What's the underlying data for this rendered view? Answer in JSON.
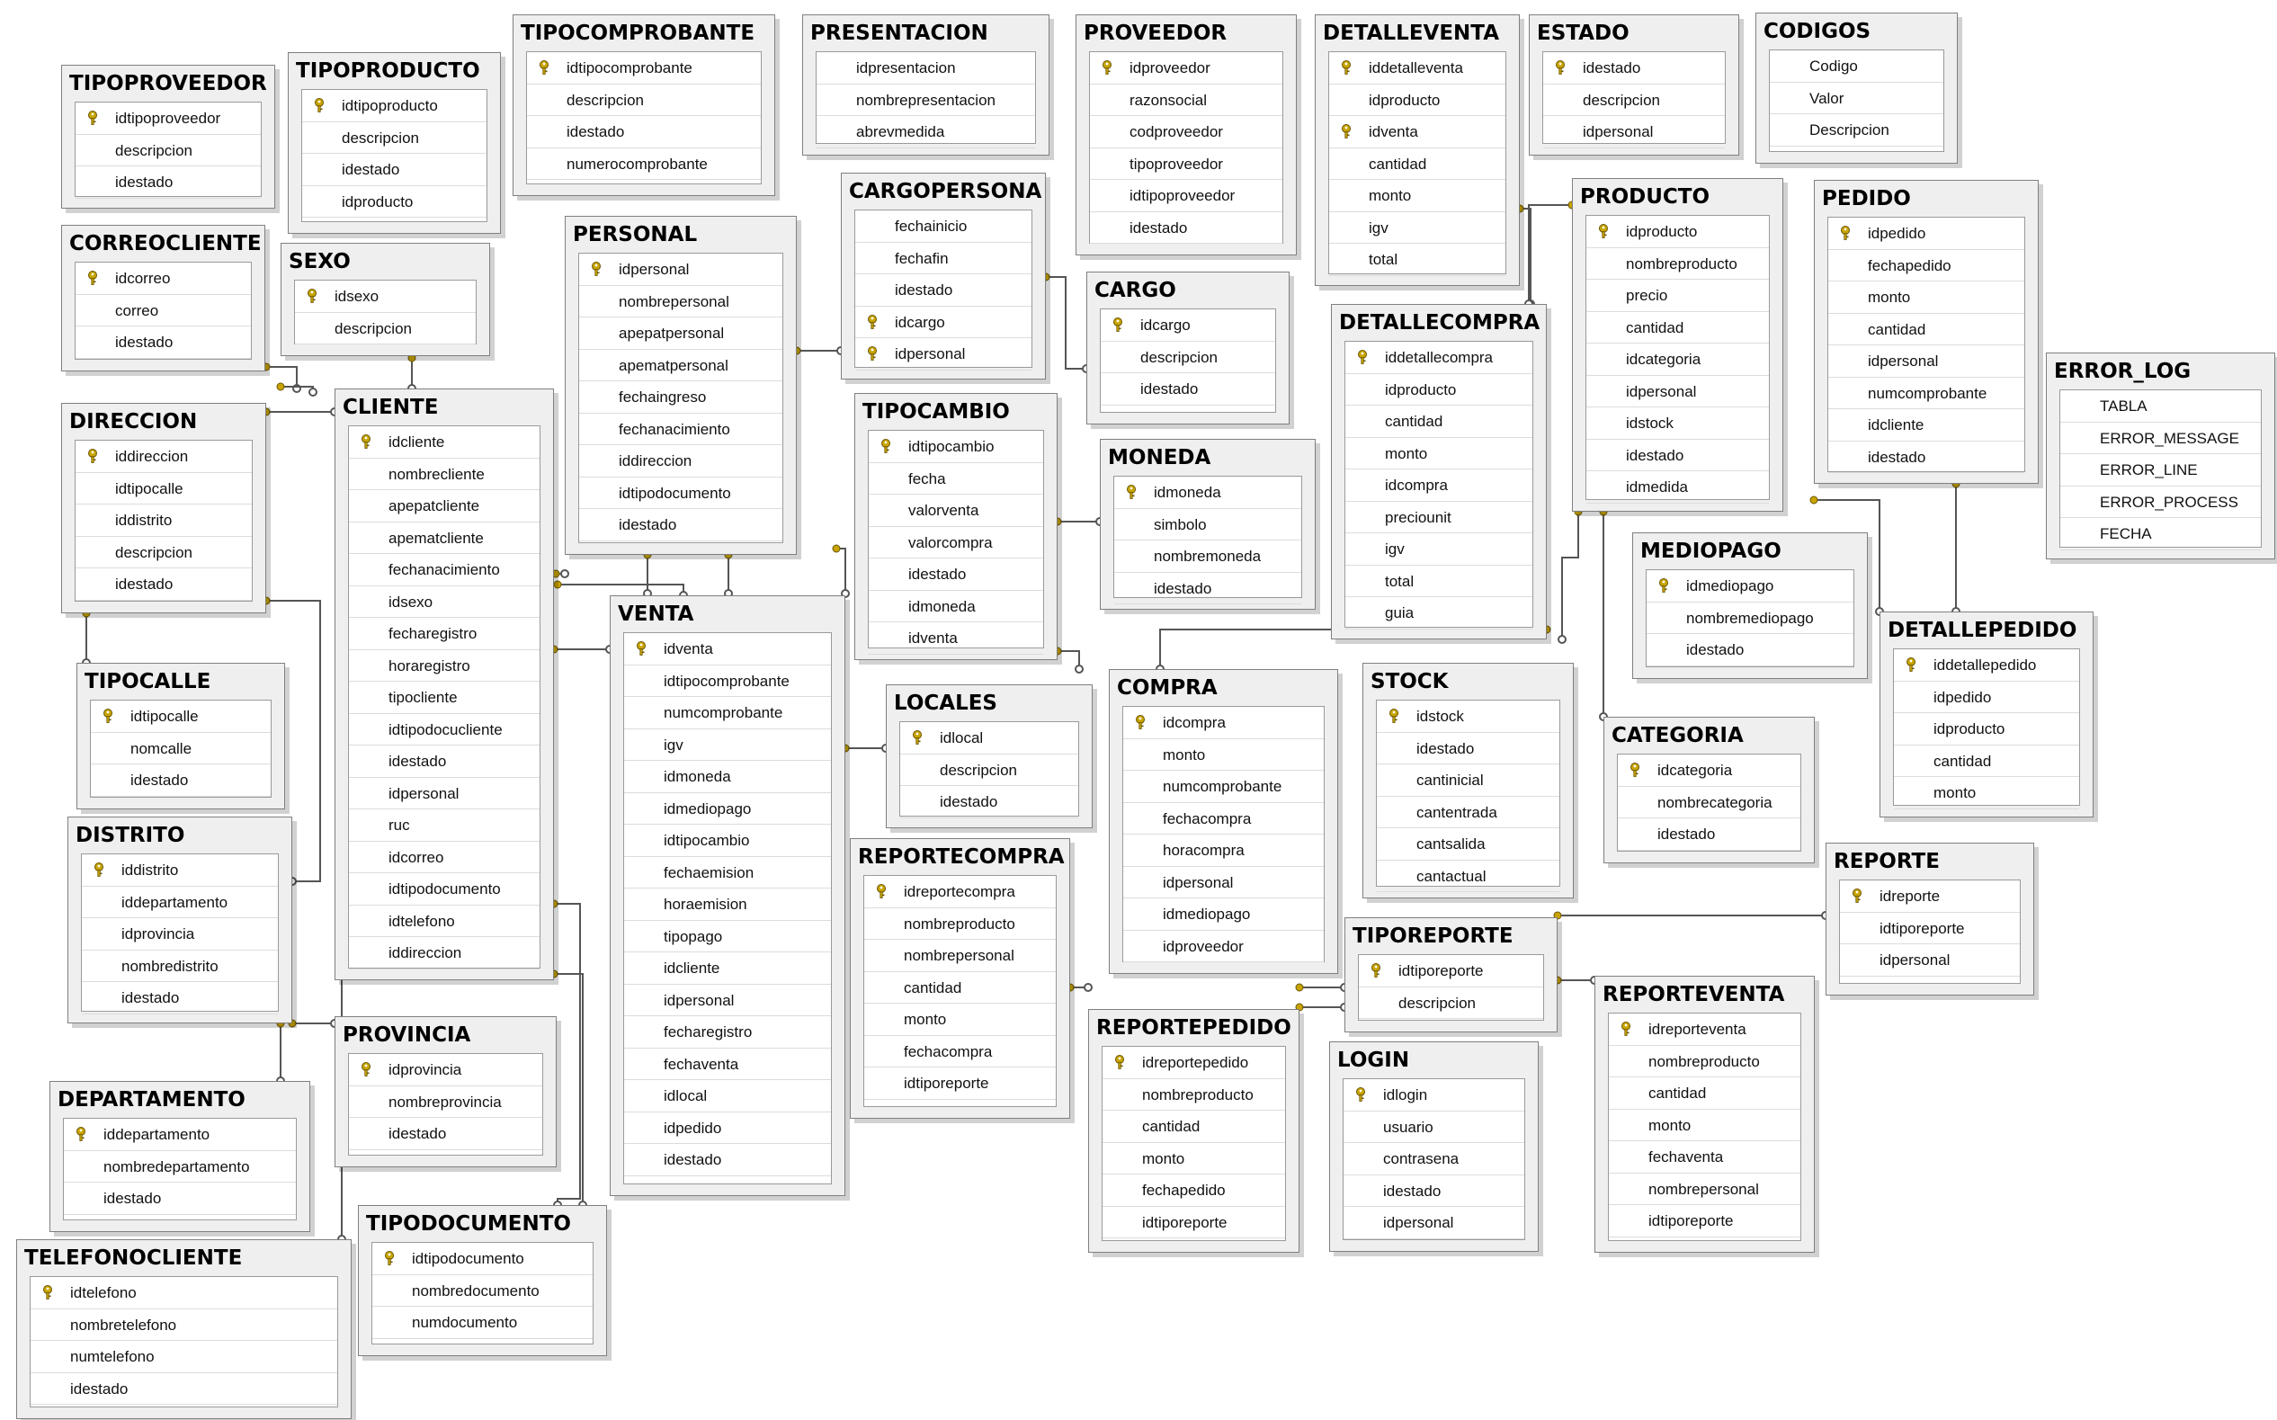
{
  "tables": [
    {
      "id": "tipoproveedor",
      "name": "TIPOPROVEEDOR",
      "columns": [
        {
          "name": "idtipoproveedor",
          "pk": true
        },
        {
          "name": "descripcion"
        },
        {
          "name": "idestado"
        }
      ]
    },
    {
      "id": "tipoproducto",
      "name": "TIPOPRODUCTO",
      "columns": [
        {
          "name": "idtipoproducto",
          "pk": true
        },
        {
          "name": "descripcion"
        },
        {
          "name": "idestado"
        },
        {
          "name": "idproducto"
        }
      ]
    },
    {
      "id": "tipocomprobante",
      "name": "TIPOCOMPROBANTE",
      "columns": [
        {
          "name": "idtipocomprobante",
          "pk": true
        },
        {
          "name": "descripcion"
        },
        {
          "name": "idestado"
        },
        {
          "name": "numerocomprobante"
        }
      ]
    },
    {
      "id": "presentacion",
      "name": "PRESENTACION",
      "columns": [
        {
          "name": "idpresentacion"
        },
        {
          "name": "nombrepresentacion"
        },
        {
          "name": "abrevmedida"
        }
      ]
    },
    {
      "id": "proveedor",
      "name": "PROVEEDOR",
      "columns": [
        {
          "name": "idproveedor",
          "pk": true
        },
        {
          "name": "razonsocial"
        },
        {
          "name": "codproveedor"
        },
        {
          "name": "tipoproveedor"
        },
        {
          "name": "idtipoproveedor"
        },
        {
          "name": "idestado"
        }
      ]
    },
    {
      "id": "detalleventa",
      "name": "DETALLEVENTA",
      "columns": [
        {
          "name": "iddetalleventa",
          "pk": true
        },
        {
          "name": "idproducto"
        },
        {
          "name": "idventa",
          "pk": true
        },
        {
          "name": "cantidad"
        },
        {
          "name": "monto"
        },
        {
          "name": "igv"
        },
        {
          "name": "total"
        }
      ]
    },
    {
      "id": "estado",
      "name": "ESTADO",
      "columns": [
        {
          "name": "idestado",
          "pk": true
        },
        {
          "name": "descripcion"
        },
        {
          "name": "idpersonal"
        }
      ]
    },
    {
      "id": "codigos",
      "name": "CODIGOS",
      "columns": [
        {
          "name": "Codigo"
        },
        {
          "name": "Valor"
        },
        {
          "name": "Descripcion"
        }
      ]
    },
    {
      "id": "correocliente",
      "name": "CORREOCLIENTE",
      "columns": [
        {
          "name": "idcorreo",
          "pk": true
        },
        {
          "name": "correo"
        },
        {
          "name": "idestado"
        }
      ]
    },
    {
      "id": "sexo",
      "name": "SEXO",
      "columns": [
        {
          "name": "idsexo",
          "pk": true
        },
        {
          "name": "descripcion"
        }
      ]
    },
    {
      "id": "personal",
      "name": "PERSONAL",
      "columns": [
        {
          "name": "idpersonal",
          "pk": true
        },
        {
          "name": "nombrepersonal"
        },
        {
          "name": "apepatpersonal"
        },
        {
          "name": "apematpersonal"
        },
        {
          "name": "fechaingreso"
        },
        {
          "name": "fechanacimiento"
        },
        {
          "name": "iddireccion"
        },
        {
          "name": "idtipodocumento"
        },
        {
          "name": "idestado"
        }
      ]
    },
    {
      "id": "cargopersona",
      "name": "CARGOPERSONA",
      "columns": [
        {
          "name": "fechainicio"
        },
        {
          "name": "fechafin"
        },
        {
          "name": "idestado"
        },
        {
          "name": "idcargo",
          "pk": true
        },
        {
          "name": "idpersonal",
          "pk": true
        }
      ]
    },
    {
      "id": "cargo",
      "name": "CARGO",
      "columns": [
        {
          "name": "idcargo",
          "pk": true
        },
        {
          "name": "descripcion"
        },
        {
          "name": "idestado"
        }
      ]
    },
    {
      "id": "producto",
      "name": "PRODUCTO",
      "columns": [
        {
          "name": "idproducto",
          "pk": true
        },
        {
          "name": "nombreproducto"
        },
        {
          "name": "precio"
        },
        {
          "name": "cantidad"
        },
        {
          "name": "idcategoria"
        },
        {
          "name": "idpersonal"
        },
        {
          "name": "idstock"
        },
        {
          "name": "idestado"
        },
        {
          "name": "idmedida"
        }
      ]
    },
    {
      "id": "pedido",
      "name": "PEDIDO",
      "columns": [
        {
          "name": "idpedido",
          "pk": true
        },
        {
          "name": "fechapedido"
        },
        {
          "name": "monto"
        },
        {
          "name": "cantidad"
        },
        {
          "name": "idpersonal"
        },
        {
          "name": "numcomprobante"
        },
        {
          "name": "idcliente"
        },
        {
          "name": "idestado"
        }
      ]
    },
    {
      "id": "errorlog",
      "name": "ERROR_LOG",
      "columns": [
        {
          "name": "TABLA"
        },
        {
          "name": "ERROR_MESSAGE"
        },
        {
          "name": "ERROR_LINE"
        },
        {
          "name": "ERROR_PROCESS"
        },
        {
          "name": "FECHA"
        }
      ]
    },
    {
      "id": "direccion",
      "name": "DIRECCION",
      "columns": [
        {
          "name": "iddireccion",
          "pk": true
        },
        {
          "name": "idtipocalle"
        },
        {
          "name": "iddistrito"
        },
        {
          "name": "descripcion"
        },
        {
          "name": "idestado"
        }
      ]
    },
    {
      "id": "cliente",
      "name": "CLIENTE",
      "columns": [
        {
          "name": "idcliente",
          "pk": true
        },
        {
          "name": "nombrecliente"
        },
        {
          "name": "apepatcliente"
        },
        {
          "name": "apematcliente"
        },
        {
          "name": "fechanacimiento"
        },
        {
          "name": "idsexo"
        },
        {
          "name": "fecharegistro"
        },
        {
          "name": "horaregistro"
        },
        {
          "name": "tipocliente"
        },
        {
          "name": "idtipodocucliente"
        },
        {
          "name": "idestado"
        },
        {
          "name": "idpersonal"
        },
        {
          "name": "ruc"
        },
        {
          "name": "idcorreo"
        },
        {
          "name": "idtipodocumento"
        },
        {
          "name": "idtelefono"
        },
        {
          "name": "iddireccion"
        }
      ]
    },
    {
      "id": "tipocambio",
      "name": "TIPOCAMBIO",
      "columns": [
        {
          "name": "idtipocambio",
          "pk": true
        },
        {
          "name": "fecha"
        },
        {
          "name": "valorventa"
        },
        {
          "name": "valorcompra"
        },
        {
          "name": "idestado"
        },
        {
          "name": "idmoneda"
        },
        {
          "name": "idventa"
        }
      ]
    },
    {
      "id": "moneda",
      "name": "MONEDA",
      "columns": [
        {
          "name": "idmoneda",
          "pk": true
        },
        {
          "name": "simbolo"
        },
        {
          "name": "nombremoneda"
        },
        {
          "name": "idestado"
        }
      ]
    },
    {
      "id": "detallecompra",
      "name": "DETALLECOMPRA",
      "columns": [
        {
          "name": "iddetallecompra",
          "pk": true
        },
        {
          "name": "idproducto"
        },
        {
          "name": "cantidad"
        },
        {
          "name": "monto"
        },
        {
          "name": "idcompra"
        },
        {
          "name": "preciounit"
        },
        {
          "name": "igv"
        },
        {
          "name": "total"
        },
        {
          "name": "guia"
        }
      ]
    },
    {
      "id": "mediopago",
      "name": "MEDIOPAGO",
      "columns": [
        {
          "name": "idmediopago",
          "pk": true
        },
        {
          "name": "nombremediopago"
        },
        {
          "name": "idestado"
        }
      ]
    },
    {
      "id": "detallepedido",
      "name": "DETALLEPEDIDO",
      "columns": [
        {
          "name": "iddetallepedido",
          "pk": true
        },
        {
          "name": "idpedido"
        },
        {
          "name": "idproducto"
        },
        {
          "name": "cantidad"
        },
        {
          "name": "monto"
        }
      ]
    },
    {
      "id": "tipocalle",
      "name": "TIPOCALLE",
      "columns": [
        {
          "name": "idtipocalle",
          "pk": true
        },
        {
          "name": "nomcalle"
        },
        {
          "name": "idestado"
        }
      ]
    },
    {
      "id": "venta",
      "name": "VENTA",
      "columns": [
        {
          "name": "idventa",
          "pk": true
        },
        {
          "name": "idtipocomprobante"
        },
        {
          "name": "numcomprobante"
        },
        {
          "name": "igv"
        },
        {
          "name": "idmoneda"
        },
        {
          "name": "idmediopago"
        },
        {
          "name": "idtipocambio"
        },
        {
          "name": "fechaemision"
        },
        {
          "name": "horaemision"
        },
        {
          "name": "tipopago"
        },
        {
          "name": "idcliente"
        },
        {
          "name": "idpersonal"
        },
        {
          "name": "fecharegistro"
        },
        {
          "name": "fechaventa"
        },
        {
          "name": "idlocal"
        },
        {
          "name": "idpedido"
        },
        {
          "name": "idestado"
        }
      ]
    },
    {
      "id": "locales",
      "name": "LOCALES",
      "columns": [
        {
          "name": "idlocal",
          "pk": true
        },
        {
          "name": "descripcion"
        },
        {
          "name": "idestado"
        }
      ]
    },
    {
      "id": "compra",
      "name": "COMPRA",
      "columns": [
        {
          "name": "idcompra",
          "pk": true
        },
        {
          "name": "monto"
        },
        {
          "name": "numcomprobante"
        },
        {
          "name": "fechacompra"
        },
        {
          "name": "horacompra"
        },
        {
          "name": "idpersonal"
        },
        {
          "name": "idmediopago"
        },
        {
          "name": "idproveedor"
        }
      ]
    },
    {
      "id": "stock",
      "name": "STOCK",
      "columns": [
        {
          "name": "idstock",
          "pk": true
        },
        {
          "name": "idestado"
        },
        {
          "name": "cantinicial"
        },
        {
          "name": "cantentrada"
        },
        {
          "name": "cantsalida"
        },
        {
          "name": "cantactual"
        }
      ]
    },
    {
      "id": "categoria",
      "name": "CATEGORIA",
      "columns": [
        {
          "name": "idcategoria",
          "pk": true
        },
        {
          "name": "nombrecategoria"
        },
        {
          "name": "idestado"
        }
      ]
    },
    {
      "id": "distrito",
      "name": "DISTRITO",
      "columns": [
        {
          "name": "iddistrito",
          "pk": true
        },
        {
          "name": "iddepartamento"
        },
        {
          "name": "idprovincia"
        },
        {
          "name": "nombredistrito"
        },
        {
          "name": "idestado"
        }
      ]
    },
    {
      "id": "reportecompra",
      "name": "REPORTECOMPRA",
      "columns": [
        {
          "name": "idreportecompra",
          "pk": true
        },
        {
          "name": "nombreproducto"
        },
        {
          "name": "nombrepersonal"
        },
        {
          "name": "cantidad"
        },
        {
          "name": "monto"
        },
        {
          "name": "fechacompra"
        },
        {
          "name": "idtiporeporte"
        }
      ]
    },
    {
      "id": "reporte",
      "name": "REPORTE",
      "columns": [
        {
          "name": "idreporte",
          "pk": true
        },
        {
          "name": "idtiporeporte"
        },
        {
          "name": "idpersonal"
        }
      ]
    },
    {
      "id": "tiporeporte",
      "name": "TIPOREPORTE",
      "columns": [
        {
          "name": "idtiporeporte",
          "pk": true
        },
        {
          "name": "descripcion"
        }
      ]
    },
    {
      "id": "provincia",
      "name": "PROVINCIA",
      "columns": [
        {
          "name": "idprovincia",
          "pk": true
        },
        {
          "name": "nombreprovincia"
        },
        {
          "name": "idestado"
        }
      ]
    },
    {
      "id": "reportepedido",
      "name": "REPORTEPEDIDO",
      "columns": [
        {
          "name": "idreportepedido",
          "pk": true
        },
        {
          "name": "nombreproducto"
        },
        {
          "name": "cantidad"
        },
        {
          "name": "monto"
        },
        {
          "name": "fechapedido"
        },
        {
          "name": "idtiporeporte"
        }
      ]
    },
    {
      "id": "reporteventa",
      "name": "REPORTEVENTA",
      "columns": [
        {
          "name": "idreporteventa",
          "pk": true
        },
        {
          "name": "nombreproducto"
        },
        {
          "name": "cantidad"
        },
        {
          "name": "monto"
        },
        {
          "name": "fechaventa"
        },
        {
          "name": "nombrepersonal"
        },
        {
          "name": "idtiporeporte"
        }
      ]
    },
    {
      "id": "departamento",
      "name": "DEPARTAMENTO",
      "columns": [
        {
          "name": "iddepartamento",
          "pk": true
        },
        {
          "name": "nombredepartamento"
        },
        {
          "name": "idestado"
        }
      ]
    },
    {
      "id": "login",
      "name": "LOGIN",
      "columns": [
        {
          "name": "idlogin",
          "pk": true
        },
        {
          "name": "usuario"
        },
        {
          "name": "contrasena"
        },
        {
          "name": "idestado"
        },
        {
          "name": "idpersonal"
        }
      ]
    },
    {
      "id": "tipodocumento",
      "name": "TIPODOCUMENTO",
      "columns": [
        {
          "name": "idtipodocumento",
          "pk": true
        },
        {
          "name": "nombredocumento"
        },
        {
          "name": "numdocumento"
        }
      ]
    },
    {
      "id": "telefonocliente",
      "name": "TELEFONOCLIENTE",
      "columns": [
        {
          "name": "idtelefono",
          "pk": true
        },
        {
          "name": "nombretelefono"
        },
        {
          "name": "numtelefono"
        },
        {
          "name": "idestado"
        }
      ]
    }
  ],
  "colors": {
    "line": "#555555",
    "key": "#c8a400",
    "header": "#efefef",
    "body": "#ffffff"
  }
}
